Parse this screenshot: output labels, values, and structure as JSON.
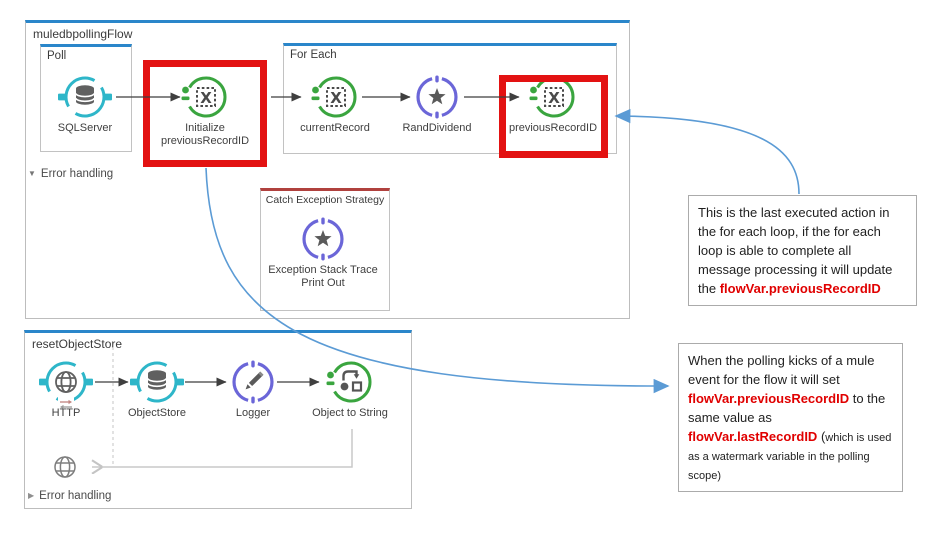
{
  "colors": {
    "scope_border_blue": "#2a86ca",
    "connector_teal": "#2eb6c9",
    "transformer_green": "#3aa53f",
    "component_purple": "#6b66d8",
    "highlight_red": "#e31212",
    "catch_border_red": "#b0413e",
    "annotation_red_text": "#e00000",
    "callout_line_blue": "#5b9bd5"
  },
  "icons": {
    "sqlserver": "database-icon",
    "initialize": "variable-x-icon",
    "current_record": "variable-x-icon",
    "rand_dividend": "star-icon",
    "previous_record": "variable-x-icon",
    "exception": "star-icon",
    "http": "globe-icon",
    "http_secondary": "globe-icon",
    "object_store": "database-icon",
    "logger": "pencil-icon",
    "object_to_string": "transform-icon",
    "error_expanded_glyph": "▼",
    "error_collapsed_glyph": "▶"
  },
  "main_flow": {
    "title": "muledbpollingFlow",
    "poll_scope_title": "Poll",
    "foreach_scope_title": "For Each",
    "error_handling_label": "Error handling",
    "catch_exception_title": "Catch Exception Strategy",
    "nodes": {
      "sqlserver": "SQLServer",
      "initialize": "Initialize previousRecordID",
      "current_record": "currentRecord",
      "rand_dividend": "RandDividend",
      "previous_record": "previousRecordID",
      "exception": "Exception Stack Trace Print Out"
    }
  },
  "reset_flow": {
    "title": "resetObjectStore",
    "error_handling_label": "Error handling",
    "nodes": {
      "http": "HTTP",
      "object_store": "ObjectStore",
      "logger": "Logger",
      "object_to_string": "Object to String"
    }
  },
  "annotations": {
    "box1": {
      "text": "This is the last executed action in the for each loop, if the for each loop is able to complete all message processing it will update the ",
      "highlight": "flowVar.previousRecordID"
    },
    "box2": {
      "part1": "When the polling kicks of a mule event for the flow it will set ",
      "highlight1": "flowVar.previousRecordID",
      "part2": " to the same value as ",
      "highlight2": "flowVar.lastRecordID",
      "part3": " (",
      "small_note": "which is used as a watermark variable in the polling scope)"
    }
  }
}
